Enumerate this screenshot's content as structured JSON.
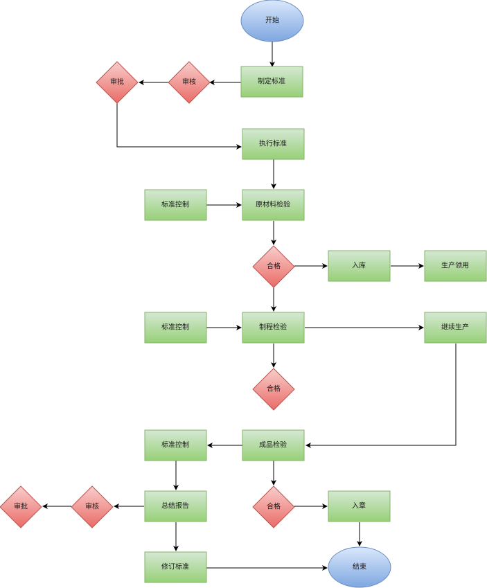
{
  "nodes": {
    "start": "开始",
    "set_standard": "制定标准",
    "review_top": "审核",
    "approve_top": "审批",
    "execute_standard": "执行标准",
    "std_control_1": "标准控制",
    "raw_material_check": "原材料检验",
    "pass_1": "合格",
    "warehouse_in": "入库",
    "production_use": "生产领用",
    "std_control_2": "标准控制",
    "process_check": "制程检验",
    "continue_production": "继续生产",
    "pass_2": "合格",
    "std_control_3": "标准控制",
    "product_check": "成品检验",
    "review_bottom": "审核",
    "approve_bottom": "审批",
    "summary_report": "总结报告",
    "pass_3": "合格",
    "stamp": "入章",
    "revise_standard": "修订标准",
    "end": "结束"
  },
  "colors": {
    "process_fill_top": "#d5e8d4",
    "process_fill_bottom": "#97d077",
    "process_stroke": "#82b366",
    "decision_fill_top": "#f8cecc",
    "decision_fill_bottom": "#ea6b66",
    "decision_stroke": "#b85450",
    "terminal_fill_top": "#dae8fc",
    "terminal_fill_bottom": "#7ea6e0",
    "terminal_stroke": "#6c8ebf"
  }
}
